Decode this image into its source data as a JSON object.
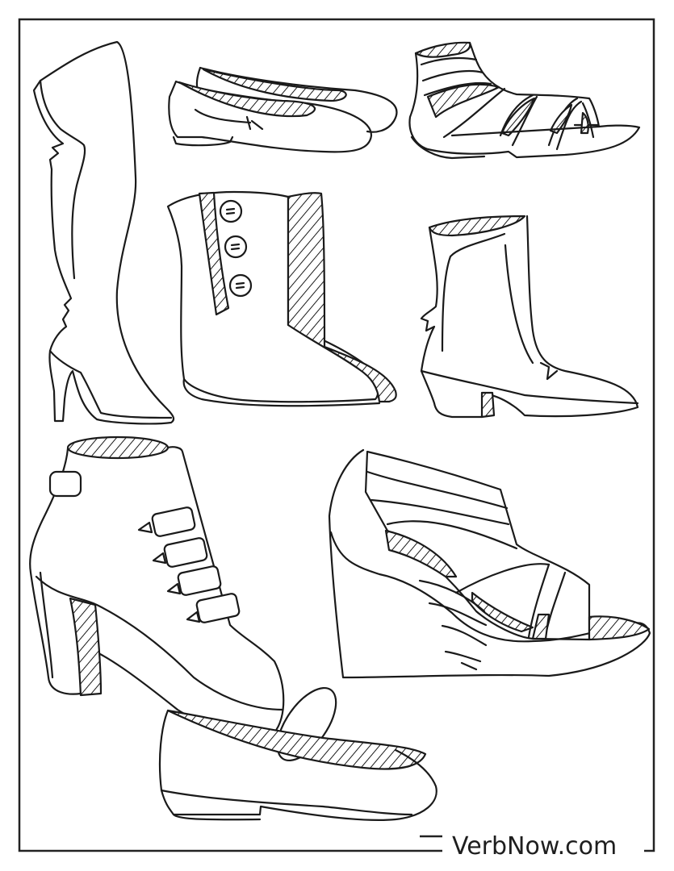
{
  "page": {
    "type": "coloring-page",
    "subject": "shoes",
    "background_color": "#ffffff",
    "line_color": "#1a1a1a"
  },
  "watermark": {
    "text": "VerbNow.com"
  },
  "drawings": [
    {
      "id": "thigh-high-heeled-boot",
      "label": "Thigh-high heeled boot"
    },
    {
      "id": "pair-of-ballet-flats",
      "label": "Pair of ballet flats"
    },
    {
      "id": "gladiator-sandal",
      "label": "Gladiator sandal"
    },
    {
      "id": "buttoned-winter-boot",
      "label": "Buttoned winter boot"
    },
    {
      "id": "cuban-heel-ankle-boot",
      "label": "Cuban heel ankle boot"
    },
    {
      "id": "buckled-heeled-bootie",
      "label": "Buckled heeled bootie"
    },
    {
      "id": "strappy-wedge-sandal",
      "label": "Strappy wedge sandal"
    },
    {
      "id": "mary-jane-flat",
      "label": "Mary Jane flat"
    }
  ]
}
